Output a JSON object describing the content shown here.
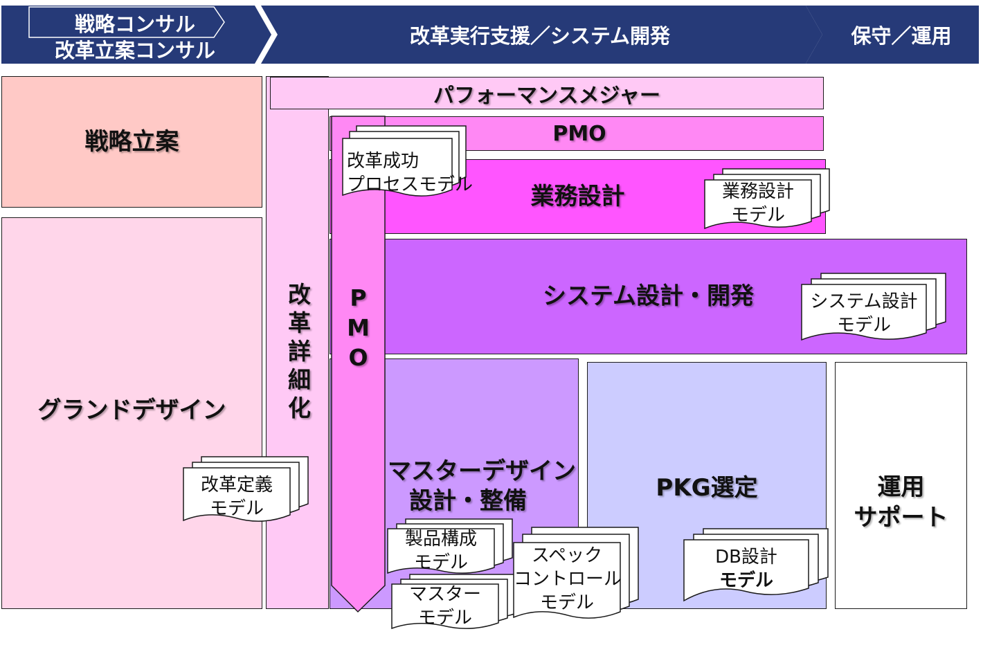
{
  "header": {
    "phase1_top": "戦略コンサル",
    "phase1_bottom": "改革立案コンサル",
    "phase2": "改革実行支援／システム開発",
    "phase3": "保守／運用"
  },
  "boxes": {
    "strategy": "戦略立案",
    "grand_design": "グランドデザイン",
    "reform_detail": "改革詳細化",
    "performance": "パフォーマンスメジャー",
    "pmo_top": "PMO",
    "pmo_vertical": "PMO",
    "business_design": "業務設計",
    "system_dev": "システム設計・開発",
    "master_design_line1": "マスターデザイン",
    "master_design_line2": "設計・整備",
    "pkg": "PKG選定",
    "operation_line1": "運用",
    "operation_line2": "サポート"
  },
  "docs": {
    "reform_success": [
      "改革成功",
      "プロセスモデル"
    ],
    "business_model": [
      "業務設計",
      "モデル"
    ],
    "system_model": [
      "システム設計",
      "モデル"
    ],
    "reform_def": [
      "改革定義",
      "モデル"
    ],
    "product_model": [
      "製品構成",
      "モデル"
    ],
    "master_model": [
      "マスター",
      "モデル"
    ],
    "spec_model": [
      "スペック",
      "コントロール",
      "モデル"
    ],
    "db_model": [
      "DB設計",
      "モデル"
    ]
  },
  "colors": {
    "header_bg": "#263a78",
    "strategy": "#ffc9c6",
    "grand_design": "#ffd6ea",
    "reform_detail": "#ffc9f5",
    "performance": "#ffc9f5",
    "pmo": "#ff88f4",
    "business": "#ff55ff",
    "system": "#cc66ff",
    "master": "#cc99ff",
    "pkg": "#ccccff",
    "operation": "#ffffff"
  }
}
